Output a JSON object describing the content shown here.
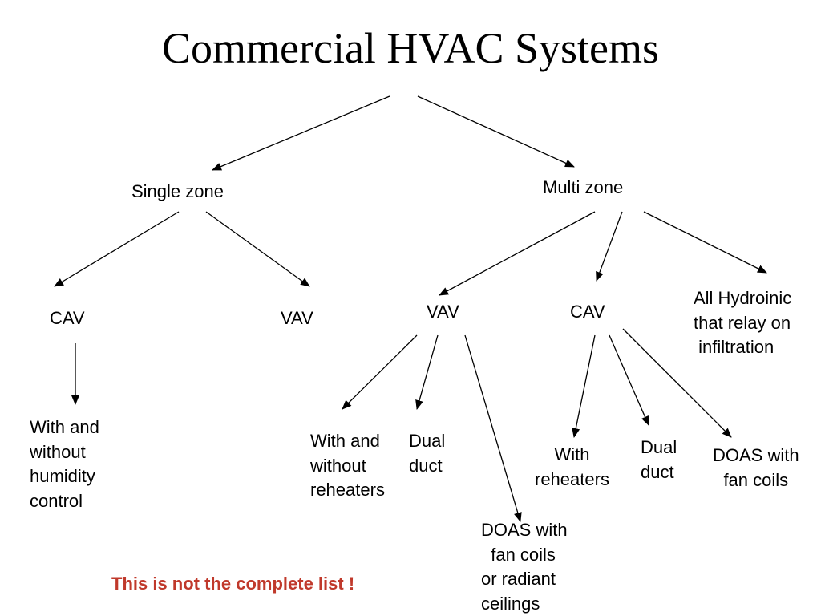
{
  "title": "Commercial HVAC Systems",
  "nodes": {
    "single_zone": "Single zone",
    "multi_zone": "Multi zone",
    "sz_cav": "CAV",
    "sz_vav": "VAV",
    "mz_vav": "VAV",
    "mz_cav": "CAV",
    "all_hydronic": "All Hydroinic\nthat relay on\n infiltration",
    "sz_cav_humidity": "With and\nwithout\nhumidity\ncontrol",
    "mz_vav_reheaters": "With and\nwithout\nreheaters",
    "mz_vav_dual_duct": "Dual\nduct",
    "mz_vav_doas": "DOAS with\n  fan coils\nor radiant\nceilings",
    "mz_cav_reheaters": "With\nreheaters",
    "mz_cav_dual_duct": "Dual\nduct",
    "mz_cav_doas": "DOAS with\nfan coils"
  },
  "footnote": "This is not the complete list !",
  "colors": {
    "footnote": "#c0392b",
    "text": "#000000",
    "arrow": "#000000"
  }
}
